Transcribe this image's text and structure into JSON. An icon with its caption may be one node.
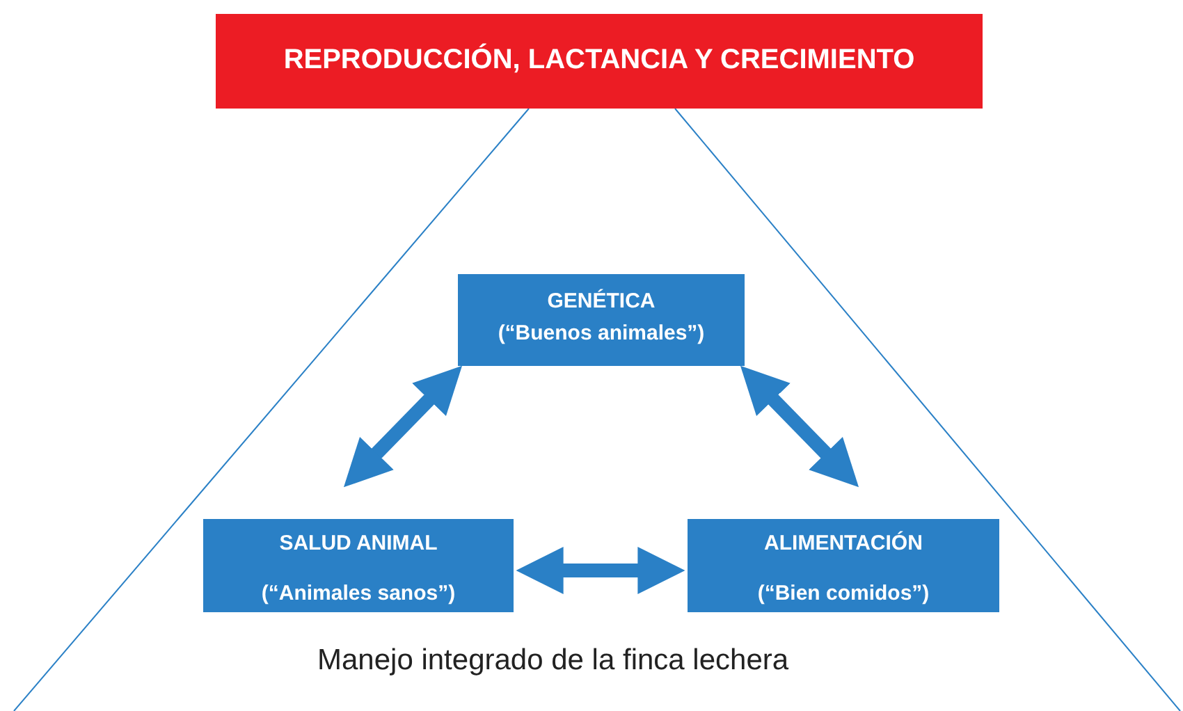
{
  "diagram": {
    "nodes": [
      {
        "text": [
          "REPRODUCCIÓN, LACTANCIA Y CRECIMIENTO"
        ]
      },
      {
        "text": [
          "GENÉTICA",
          "(“Buenos animales”)"
        ]
      },
      {
        "text": [
          "SALUD ANIMAL",
          "(“Animales sanos”)"
        ]
      },
      {
        "text": [
          "ALIMENTACIÓN",
          "(“Bien comidos”)"
        ]
      }
    ],
    "edges": [
      {
        "from": 1,
        "to": 2,
        "arrow": "both"
      },
      {
        "from": 1,
        "to": 3,
        "arrow": "both"
      },
      {
        "from": 2,
        "to": 3,
        "arrow": "both"
      }
    ],
    "labels": [
      "Manejo integrado de la finca lechera"
    ]
  }
}
